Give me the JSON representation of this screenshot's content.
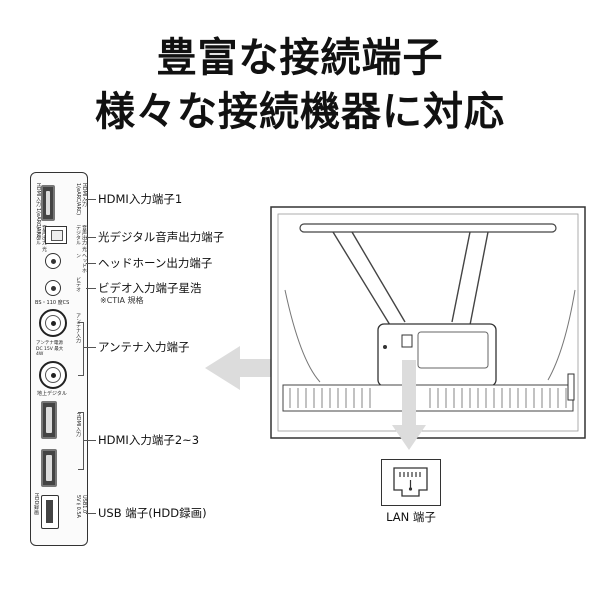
{
  "headline": {
    "line1": "豊富な接続端子",
    "line2": "様々な接続機器に対応"
  },
  "panel": {
    "hdmi1_print": "HDMI入力 1(eARC/ARC)",
    "optical_print": "音声出力 光デジタル",
    "headphone_print": "ヘッドホン",
    "video_print": "ビデオ",
    "bs_print": "BS・110 度CS",
    "antenna_print": "アンテナ入力",
    "antenna_note": "アンテナ電源 DC 15V 最大 4W",
    "terrestrial_print": "地上デジタル",
    "hdmi23_print": "HDMI入力",
    "usb_print": "USB1.0 5V⎓0.5A",
    "hdd_print": "HDD録画"
  },
  "labels": {
    "hdmi1": "HDMI入力端子1",
    "optical": "光デジタル音声出力端子",
    "headphone": "ヘッドホーン出力端子",
    "video": "ビデオ入力端子星浩",
    "video_note": "※CTIA 規格",
    "antenna": "アンテナ入力端子",
    "hdmi23": "HDMI入力端子2~3",
    "usb": "USB 端子(HDD録画)",
    "lan": "LAN 端子"
  },
  "colors": {
    "text": "#111111",
    "arrow": "#dcdcdc",
    "tv_line": "#333333"
  }
}
